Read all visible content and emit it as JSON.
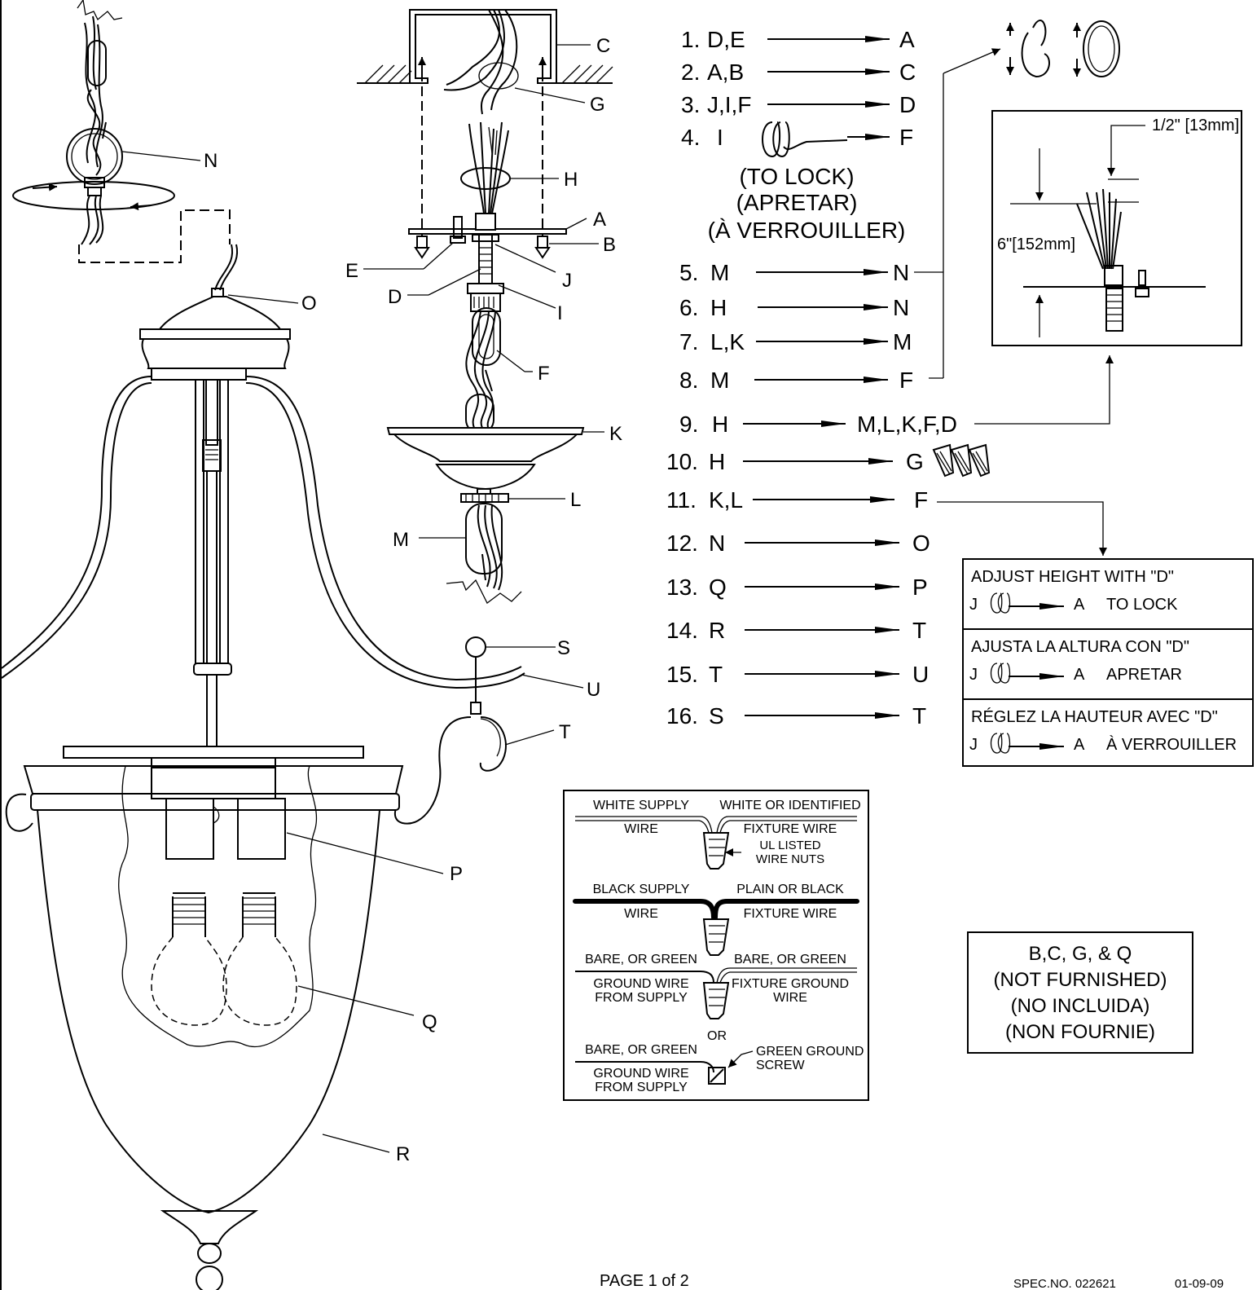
{
  "part_labels": [
    "A",
    "B",
    "C",
    "D",
    "E",
    "F",
    "G",
    "H",
    "I",
    "J",
    "K",
    "L",
    "M",
    "N",
    "O",
    "P",
    "Q",
    "R",
    "S",
    "T",
    "U"
  ],
  "steps": [
    {
      "num": "1.",
      "from": "D,E",
      "to": "A"
    },
    {
      "num": "2.",
      "from": "A,B",
      "to": "C"
    },
    {
      "num": "3.",
      "from": "J,I,F",
      "to": "D"
    },
    {
      "num": "4.",
      "from": "I",
      "to": "F"
    },
    {
      "num": "5.",
      "from": "M",
      "to": "N"
    },
    {
      "num": "6.",
      "from": "H",
      "to": "N"
    },
    {
      "num": "7.",
      "from": "L,K",
      "to": "M"
    },
    {
      "num": "8.",
      "from": "M",
      "to": "F"
    },
    {
      "num": "9.",
      "from": "H",
      "to": "M,L,K,F,D"
    },
    {
      "num": "10.",
      "from": "H",
      "to": "G"
    },
    {
      "num": "11.",
      "from": "K,L",
      "to": "F"
    },
    {
      "num": "12.",
      "from": "N",
      "to": "O"
    },
    {
      "num": "13.",
      "from": "Q",
      "to": "P"
    },
    {
      "num": "14.",
      "from": "R",
      "to": "T"
    },
    {
      "num": "15.",
      "from": "T",
      "to": "U"
    },
    {
      "num": "16.",
      "from": "S",
      "to": "T"
    }
  ],
  "lock_notes": [
    "(TO LOCK)",
    "(APRETAR)",
    "(À VERROUILLER)"
  ],
  "wire_length": {
    "cut": "1/2\" [13mm]",
    "length": "6\"[152mm]"
  },
  "adjust_box": [
    {
      "title": "ADJUST HEIGHT WITH \"D\"",
      "j": "J",
      "a": "A",
      "action": "TO LOCK"
    },
    {
      "title": "AJUSTA LA ALTURA CON \"D\"",
      "j": "J",
      "a": "A",
      "action": "APRETAR"
    },
    {
      "title": "RÉGLEZ LA HAUTEUR AVEC \"D\"",
      "j": "J",
      "a": "A",
      "action": "À VERROUILLER"
    }
  ],
  "wiring": {
    "white_supply": "WHITE SUPPLY",
    "wire1": "WIRE",
    "white_fixture": "WHITE OR IDENTIFIED",
    "fixture_wire1": "FIXTURE WIRE",
    "ul_listed": "UL LISTED",
    "wire_nuts": "WIRE NUTS",
    "black_supply": "BLACK SUPPLY",
    "wire2": "WIRE",
    "plain_black": "PLAIN OR BLACK",
    "fixture_wire2": "FIXTURE WIRE",
    "bare_green1": "BARE, OR GREEN",
    "ground_wire1": "GROUND WIRE",
    "from_supply1": "FROM SUPPLY",
    "bare_green2": "BARE, OR GREEN",
    "fixture_ground": "FIXTURE GROUND",
    "wire3": "WIRE",
    "or": "OR",
    "bare_green3": "BARE, OR GREEN",
    "ground_wire2": "GROUND WIRE",
    "from_supply2": "FROM SUPPLY",
    "green_ground": "GREEN GROUND",
    "screw": "SCREW"
  },
  "not_furnished": [
    "B,C, G, & Q",
    "(NOT FURNISHED)",
    "(NO INCLUIDA)",
    "(NON FOURNIE)"
  ],
  "footer": {
    "page": "PAGE  1  of  2",
    "spec": "SPEC.NO.  022621",
    "date": "01-09-09"
  }
}
